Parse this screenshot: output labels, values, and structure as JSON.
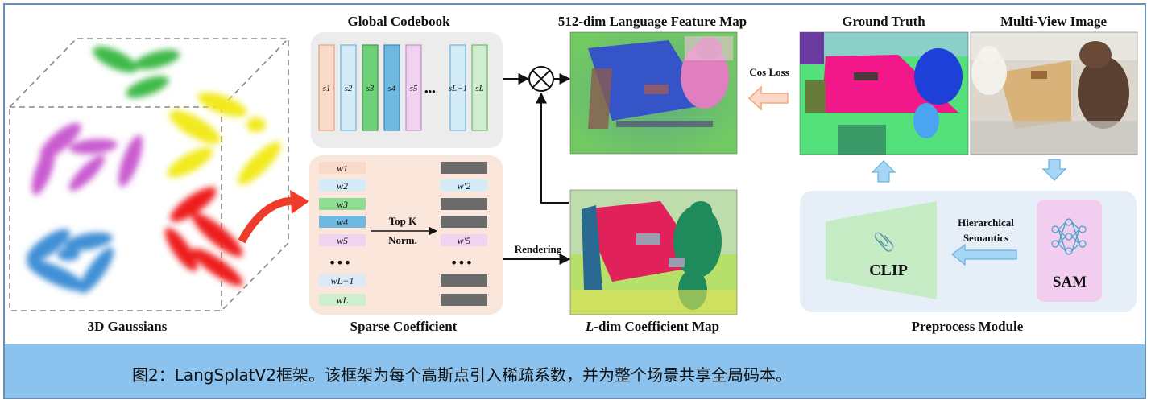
{
  "labels": {
    "gaussians": "3D Gaussians",
    "codebook": "Global Codebook",
    "sparse": "Sparse Coefficient",
    "feature_map": "512-dim Language Feature Map",
    "coef_map_prefix": "L",
    "coef_map_rest": "-dim Coefficient Map",
    "ground_truth": "Ground Truth",
    "multiview": "Multi-View Image",
    "preprocess": "Preprocess Module",
    "cos_loss": "Cos Loss",
    "rendering": "Rendering",
    "topk_1": "Top K",
    "topk_2": "Norm.",
    "hier_1": "Hierarchical",
    "hier_2": "Semantics",
    "clip": "CLIP",
    "sam": "SAM",
    "dots": "•••"
  },
  "codebook": {
    "entries": [
      {
        "text": "s1",
        "fill": "#f9d9c8",
        "stroke": "#e0a382"
      },
      {
        "text": "s2",
        "fill": "#d3ecf8",
        "stroke": "#6db3d8"
      },
      {
        "text": "s3",
        "fill": "#6fd07a",
        "stroke": "#3f9a48"
      },
      {
        "text": "s4",
        "fill": "#6fb8e0",
        "stroke": "#3b87b5"
      },
      {
        "text": "s5",
        "fill": "#f0d3f1",
        "stroke": "#c48dc6"
      },
      {
        "text": "sL−1",
        "fill": "#d3ecf8",
        "stroke": "#6db3d8"
      },
      {
        "text": "sL",
        "fill": "#cfeecd",
        "stroke": "#6fb56a"
      }
    ]
  },
  "coefficients": {
    "left": [
      {
        "text": "w1",
        "fill": "#f9d9c8"
      },
      {
        "text": "w2",
        "fill": "#d3ecf8"
      },
      {
        "text": "w3",
        "fill": "#8fdc94"
      },
      {
        "text": "w4",
        "fill": "#6fb8e0"
      },
      {
        "text": "w5",
        "fill": "#f0d3f1"
      },
      {
        "text": "wL−1",
        "fill": "#dce9f7"
      },
      {
        "text": "wL",
        "fill": "#cfeecd"
      }
    ],
    "right": [
      {
        "text": "",
        "fill": "#6b6b6b"
      },
      {
        "text": "w′2",
        "fill": "#d3ecf8"
      },
      {
        "text": "",
        "fill": "#6b6b6b"
      },
      {
        "text": "",
        "fill": "#6b6b6b"
      },
      {
        "text": "w′5",
        "fill": "#f0d3f1"
      },
      {
        "text": "",
        "fill": "#6b6b6b"
      },
      {
        "text": "",
        "fill": "#6b6b6b"
      }
    ]
  },
  "caption": "图2：LangSplatV2框架。该框架为每个高斯点引入稀疏系数，并为整个场景共享全局码本。",
  "colors": {
    "caption_bg": "#8cc3ee",
    "green_gauss": "#3fb94a",
    "yellow_gauss": "#f2ea1a",
    "magenta_gauss": "#c95bd0",
    "blue_gauss": "#3f8fd6",
    "red_gauss": "#ee1c1c",
    "clip_green": "#c6ecc6",
    "sam_pink": "#f2cdf0",
    "preprocess_bg": "#e6eff8",
    "arrow_blue": "#9fd0f2"
  }
}
